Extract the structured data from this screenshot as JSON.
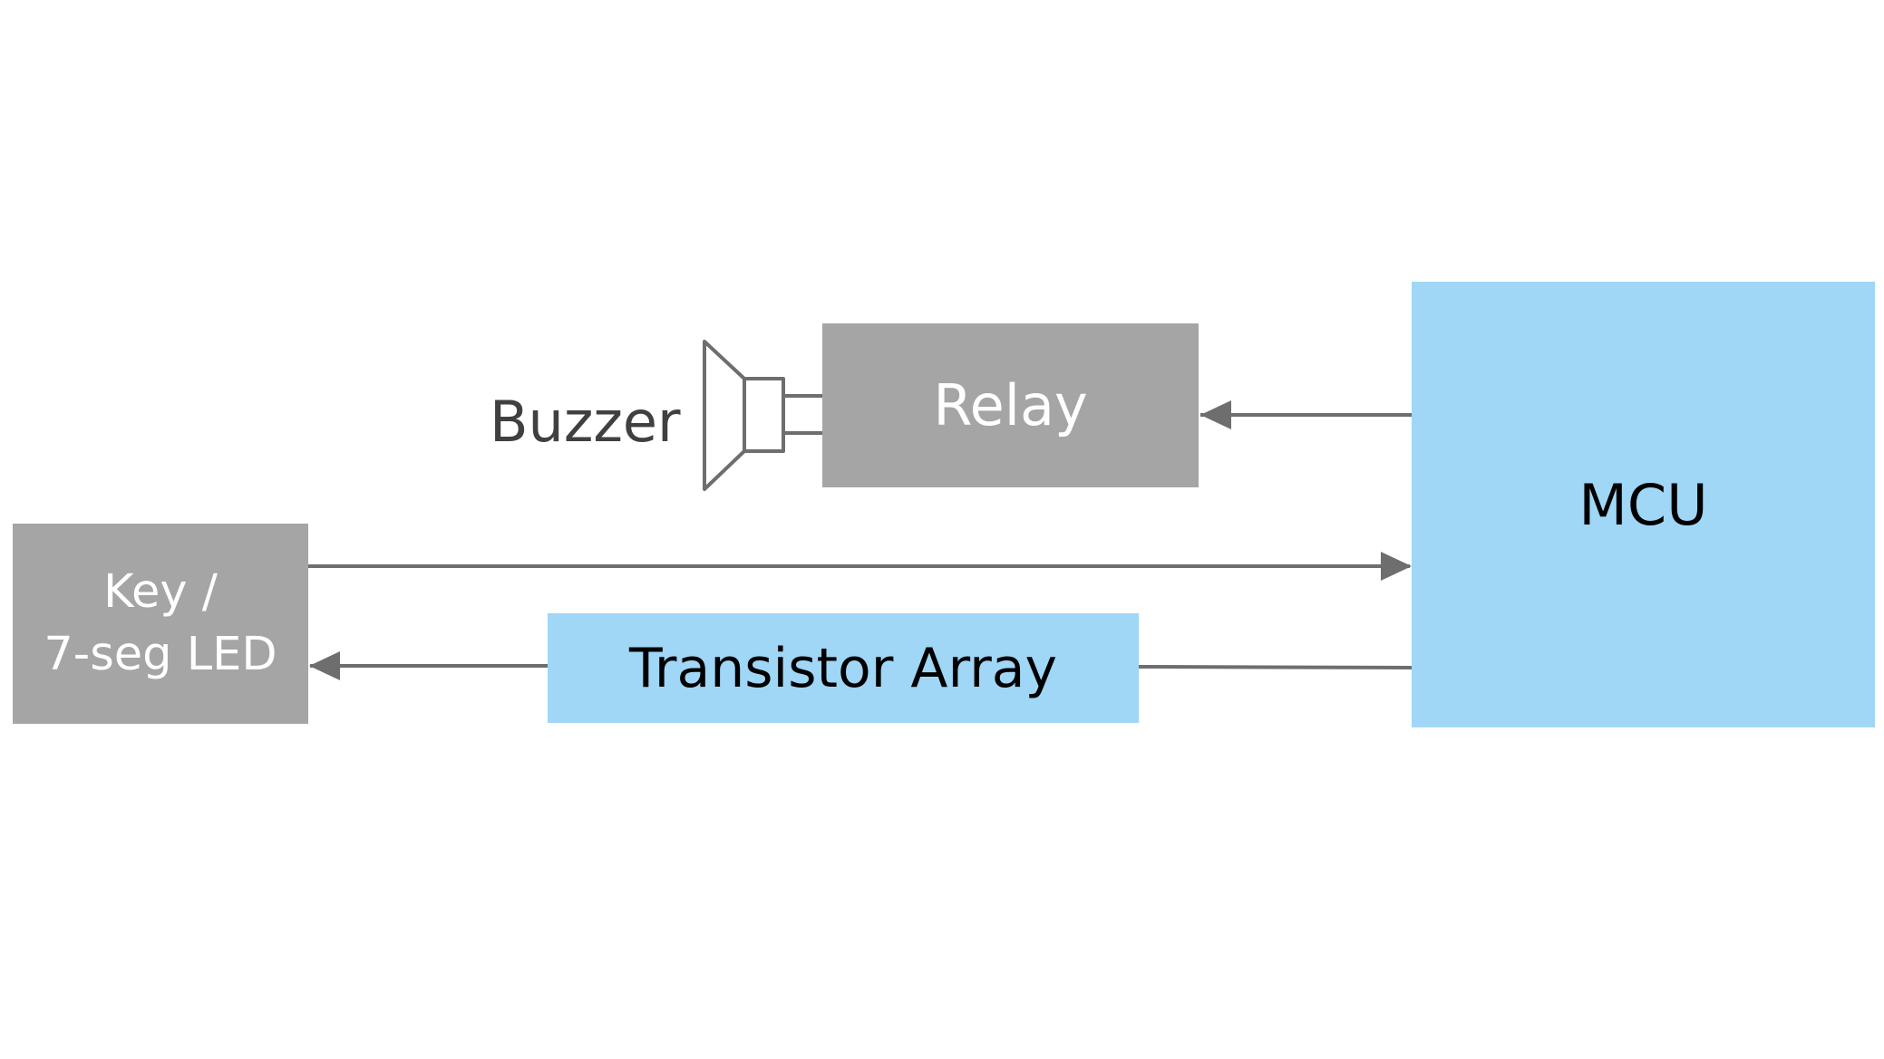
{
  "blocks": {
    "mcu": "MCU",
    "relay": "Relay",
    "key_line1": "Key /",
    "key_line2": "7-seg LED",
    "transistor": "Transistor Array"
  },
  "labels": {
    "buzzer": "Buzzer"
  },
  "colors": {
    "gray_block": "#a5a5a5",
    "blue_block": "#a0d6f6",
    "arrow": "#6e6e6e"
  },
  "icons": {
    "buzzer": "speaker-icon"
  }
}
